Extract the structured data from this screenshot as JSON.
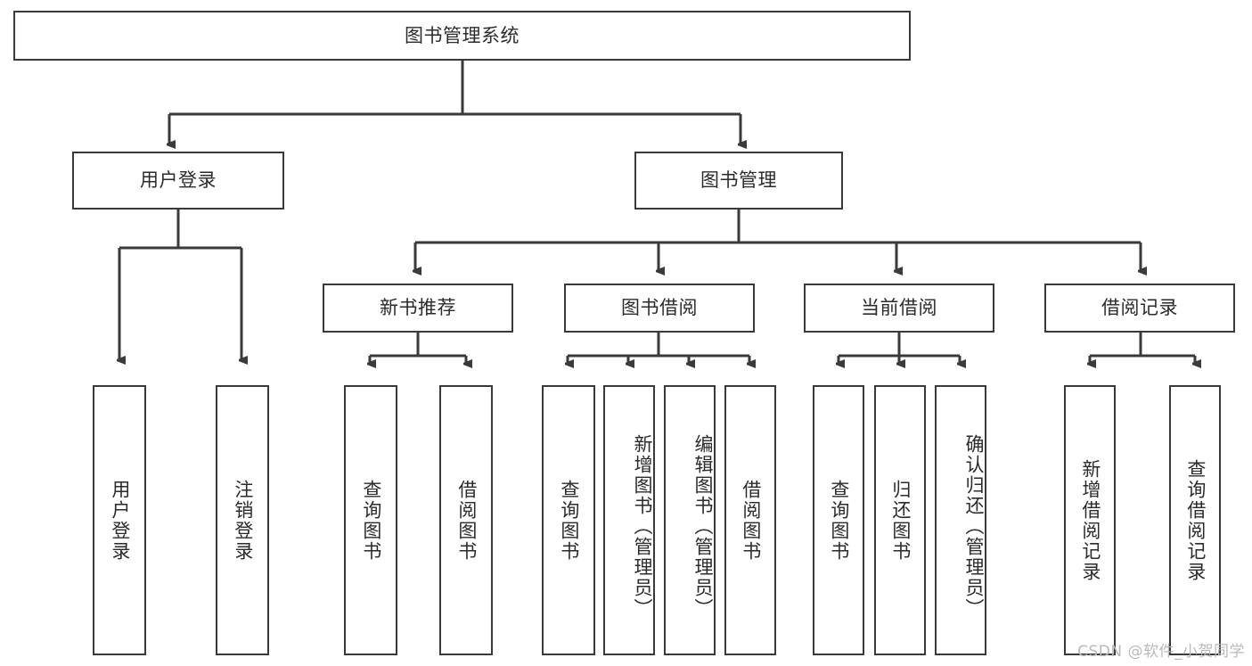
{
  "diagram": {
    "title": "图书管理系统",
    "type": "tree-hierarchy",
    "watermark": "CSDN @软件_小贺同学",
    "colors": {
      "background": "#ffffff",
      "box_border": "#3a3a3a",
      "box_fill": "#ffffff",
      "text": "#2b2b2b",
      "edge": "#3a3a3a",
      "watermark": "#b9b9b9"
    },
    "root": {
      "label": "图书管理系统"
    },
    "level1": [
      {
        "label": "用户登录"
      },
      {
        "label": "图书管理"
      }
    ],
    "level2": [
      {
        "label": "新书推荐"
      },
      {
        "label": "图书借阅"
      },
      {
        "label": "当前借阅"
      },
      {
        "label": "借阅记录"
      }
    ],
    "leaves": {
      "user_login": [
        {
          "label": "用户登录"
        },
        {
          "label": "注销登录"
        }
      ],
      "new_book_recommend": [
        {
          "label": "查询图书"
        },
        {
          "label": "借阅图书"
        }
      ],
      "book_borrow": [
        {
          "label": "查询图书"
        },
        {
          "label": "新增图书（管理员）"
        },
        {
          "label": "编辑图书（管理员）"
        },
        {
          "label": "借阅图书"
        }
      ],
      "current_borrow": [
        {
          "label": "查询图书"
        },
        {
          "label": "归还图书"
        },
        {
          "label": "确认归还（管理员）"
        }
      ],
      "borrow_records": [
        {
          "label": "新增借阅记录"
        },
        {
          "label": "查询借阅记录"
        }
      ]
    }
  }
}
